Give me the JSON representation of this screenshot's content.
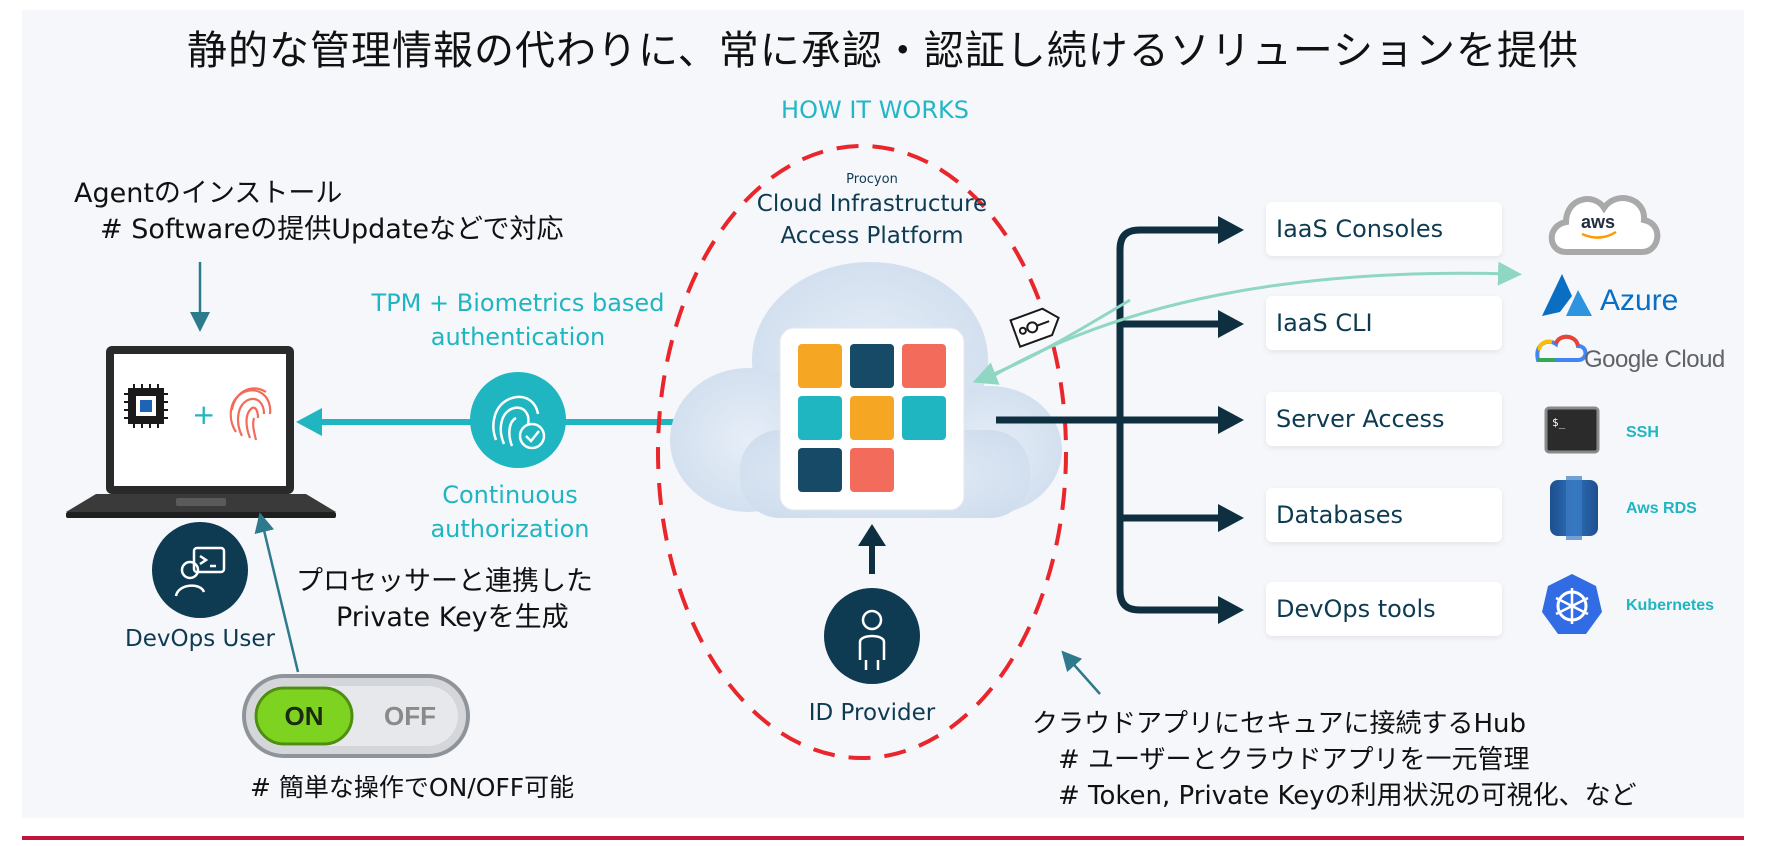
{
  "title": "静的な管理情報の代わりに、常に承認・認証し続けるソリューションを提供",
  "how_it_works": "HOW IT WORKS",
  "agent_note": {
    "line1": "Agentのインストール",
    "line2": "# Softwareの提供Updateなどで対応"
  },
  "auth_label": {
    "line1": "TPM + Biometrics based",
    "line2": "authentication"
  },
  "continuous_label": {
    "line1": "Continuous",
    "line2": "authorization"
  },
  "platform": {
    "brand": "Procyon",
    "line1": "Cloud Infrastructure",
    "line2": "Access Platform"
  },
  "devops_user": "DevOps User",
  "key_note": {
    "line1": "プロセッサーと連携した",
    "line2": "Private Keyを生成"
  },
  "toggle": {
    "on": "ON",
    "off": "OFF"
  },
  "toggle_note": "# 簡単な操作でON/OFF可能",
  "id_provider": "ID Provider",
  "hub_note": {
    "line1": "クラウドアプリにセキュアに接続するHub",
    "line2": "# ユーザーとクラウドアプリを一元管理",
    "line3": "# Token, Private Keyの利用状況の可視化、など"
  },
  "services": [
    "IaaS Consoles",
    "IaaS CLI",
    "Server Access",
    "Databases",
    "DevOps tools"
  ],
  "providers": {
    "aws": "aws",
    "azure": "Azure",
    "google": "Google Cloud",
    "ssh": "SSH",
    "rds": "Aws RDS",
    "k8s": "Kubernetes"
  },
  "colors": {
    "teal": "#1fb5c1",
    "navy": "#0e3b52",
    "dashed_red": "#e8262b",
    "orange": "#f5a623",
    "coral": "#f26b5b",
    "accent_rule": "#c0143c"
  }
}
